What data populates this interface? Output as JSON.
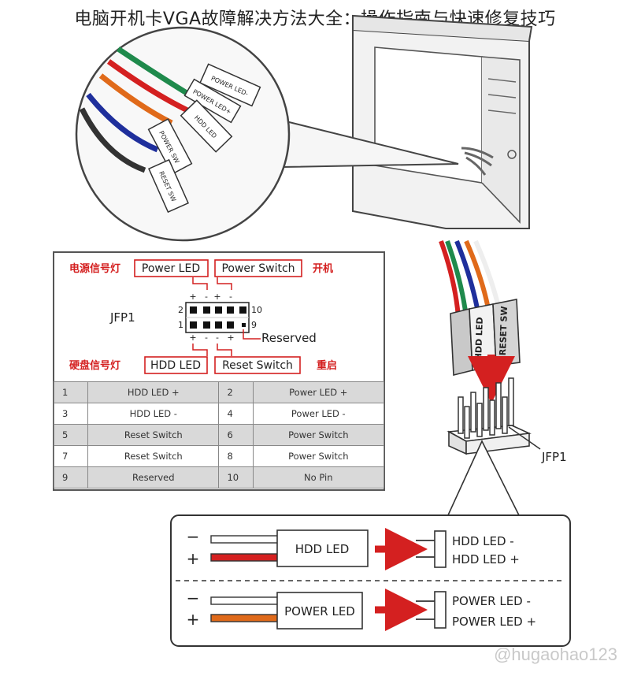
{
  "title": "电脑开机卡VGA故障解决方法大全：操作指南与快速修复技巧",
  "connectors": [
    "POWER LED-",
    "POWER LED+",
    "HDD LED",
    "POWER SW",
    "RESET SW"
  ],
  "header_diagram": {
    "label_power_led_cn": "电源信号灯",
    "label_power_led": "Power LED",
    "label_power_switch": "Power Switch",
    "label_power_switch_cn": "开机",
    "label_hdd_led_cn": "硬盘信号灯",
    "label_hdd_led": "HDD LED",
    "label_reset_switch": "Reset Switch",
    "label_reset_switch_cn": "重启",
    "header_name": "JFP1",
    "pin_2": "2",
    "pin_1": "1",
    "pin_10": "10",
    "pin_9": "9",
    "reserved": "Reserved",
    "plus": "+",
    "minus": "-"
  },
  "pin_table": [
    [
      "1",
      "HDD LED +",
      "2",
      "Power LED +"
    ],
    [
      "3",
      "HDD LED -",
      "4",
      "Power LED -"
    ],
    [
      "5",
      "Reset Switch",
      "6",
      "Power Switch"
    ],
    [
      "7",
      "Reset Switch",
      "8",
      "Power Switch"
    ],
    [
      "9",
      "Reserved",
      "10",
      "No Pin"
    ]
  ],
  "right_header": {
    "connector_hdd": "HDD LED",
    "connector_reset": "RESET SW",
    "label": "JFP1"
  },
  "led_box": {
    "minus": "−",
    "plus": "+",
    "hdd_led": "HDD LED",
    "hdd_minus": "HDD LED -",
    "hdd_plus": "HDD LED +",
    "power_led": "POWER LED",
    "power_minus": "POWER LED -",
    "power_plus": "POWER LED +"
  },
  "watermark": "@hugaohao123",
  "colors": {
    "red": "#d42020",
    "green": "#1f8a4c",
    "orange": "#e06a1a",
    "blue": "#1f2f9c",
    "table_gray": "#d9d9d9"
  }
}
